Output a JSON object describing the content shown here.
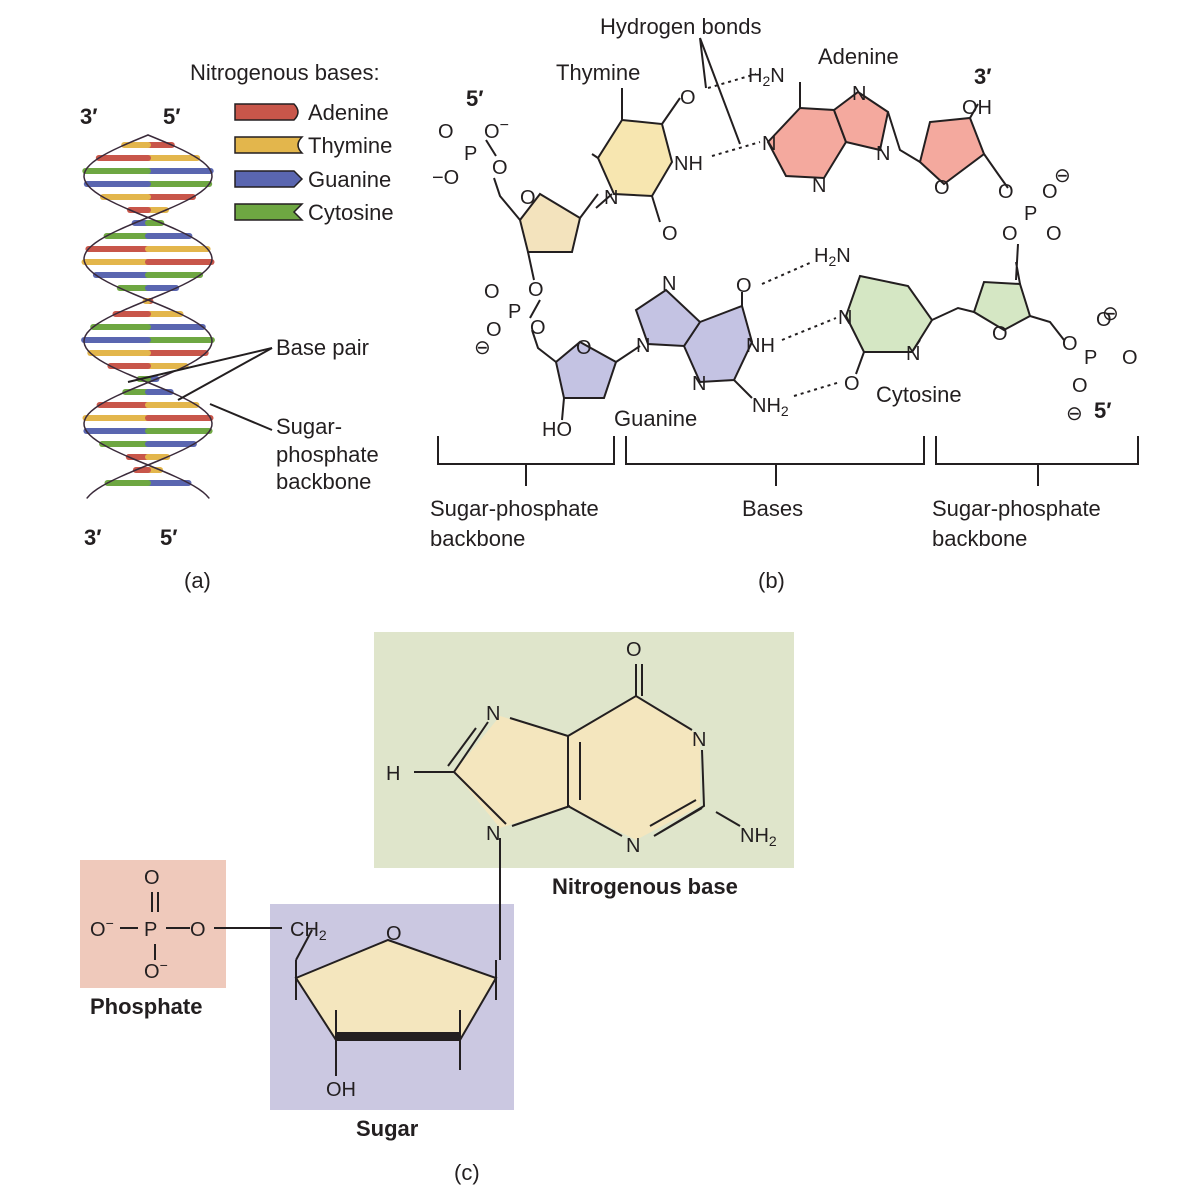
{
  "panel_a": {
    "panel_label": "(a)",
    "legend_title": "Nitrogenous bases:",
    "legend": [
      {
        "label": "Adenine",
        "color": "#c8564a"
      },
      {
        "label": "Thymine",
        "color": "#e3b64c"
      },
      {
        "label": "Guanine",
        "color": "#5a66b0"
      },
      {
        "label": "Cytosine",
        "color": "#6ea742"
      }
    ],
    "end_top_left": "3′",
    "end_top_right": "5′",
    "end_bottom_left": "3′",
    "end_bottom_right": "5′",
    "base_pair_label": "Base pair",
    "backbone_label_lines": [
      "Sugar-",
      "phosphate",
      "backbone"
    ],
    "strand_color": "#d9bcd9"
  },
  "panel_b": {
    "panel_label": "(b)",
    "hydrogen_bonds": "Hydrogen bonds",
    "thymine": "Thymine",
    "adenine": "Adenine",
    "guanine": "Guanine",
    "cytosine": "Cytosine",
    "five_prime_top": "5′",
    "three_prime_top": "3′",
    "five_prime_bottom": "5′",
    "bracket_left_lines": [
      "Sugar-phosphate",
      "backbone"
    ],
    "bracket_middle": "Bases",
    "bracket_right_lines": [
      "Sugar-phosphate",
      "backbone"
    ],
    "colors": {
      "thymine": "#f7e6b0",
      "adenine": "#f4a99e",
      "guanine": "#c4c3e3",
      "cytosine": "#d5e7c4",
      "sugar": "#f3e3bd"
    }
  },
  "panel_c": {
    "panel_label": "(c)",
    "nitrogenous_base": "Nitrogenous base",
    "phosphate": "Phosphate",
    "sugar": "Sugar",
    "colors": {
      "base_box": "#dfe5cb",
      "ring_fill": "#f4e6be",
      "sugar_box": "#cbc8e1",
      "phosphate_box": "#efc9bb"
    }
  }
}
